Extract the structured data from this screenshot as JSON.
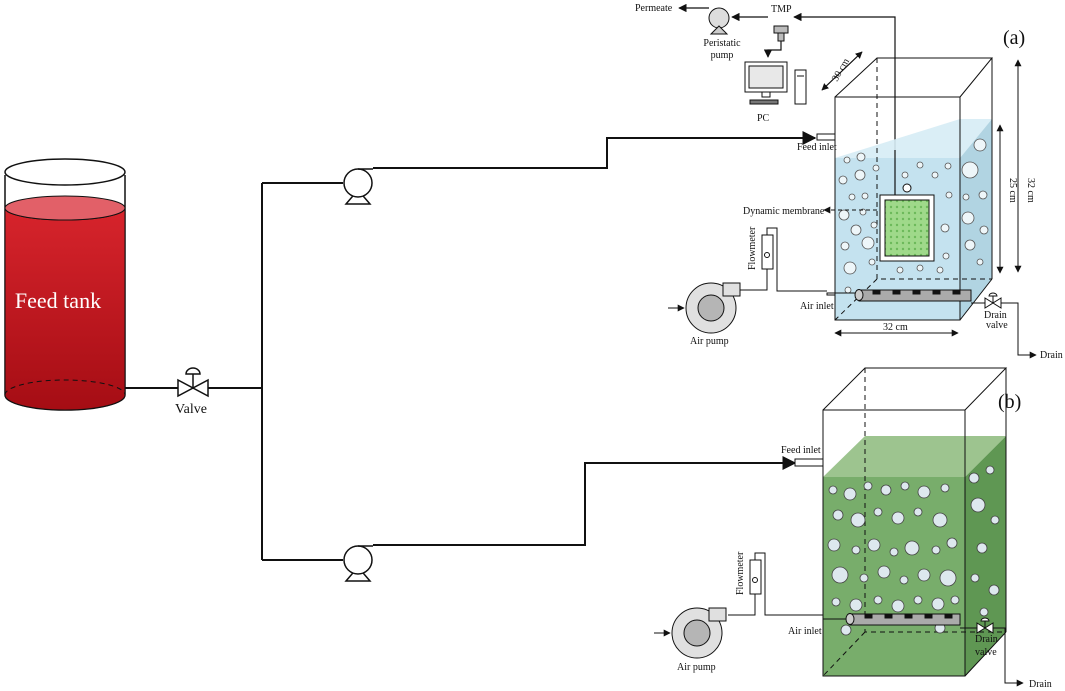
{
  "feed_tank": {
    "label": "Feed tank",
    "color": "#c0101a"
  },
  "valve": {
    "label": "Valve"
  },
  "panel_a": {
    "tag": "(a)",
    "permeate": "Permeate",
    "tmp": "TMP",
    "peristaltic_pump": [
      "Peristatic",
      "pump"
    ],
    "pc": "PC",
    "feed_inlet": "Feed inlet",
    "dynamic_membrane": "Dynamic membrane",
    "flowmeter": "Flowmeter",
    "air_inlet": "Air inlet",
    "air_pump": "Air pump",
    "drain_valve": [
      "Drain",
      "valve"
    ],
    "drain": "Drain",
    "dim_depth": "30 cm",
    "dim_height_outer": "32 cm",
    "dim_height_inner": "25 cm",
    "dim_width": "32 cm",
    "liquid_color": "#bfe0ee",
    "membrane_color": "#8fd17a"
  },
  "panel_b": {
    "tag": "(b)",
    "feed_inlet": "Feed inlet",
    "flowmeter": "Flowmeter",
    "air_inlet": "Air inlet",
    "air_pump": "Air pump",
    "drain_valve": [
      "Drain",
      "valve"
    ],
    "drain": "Drain",
    "liquid_color": "#7bb070"
  }
}
